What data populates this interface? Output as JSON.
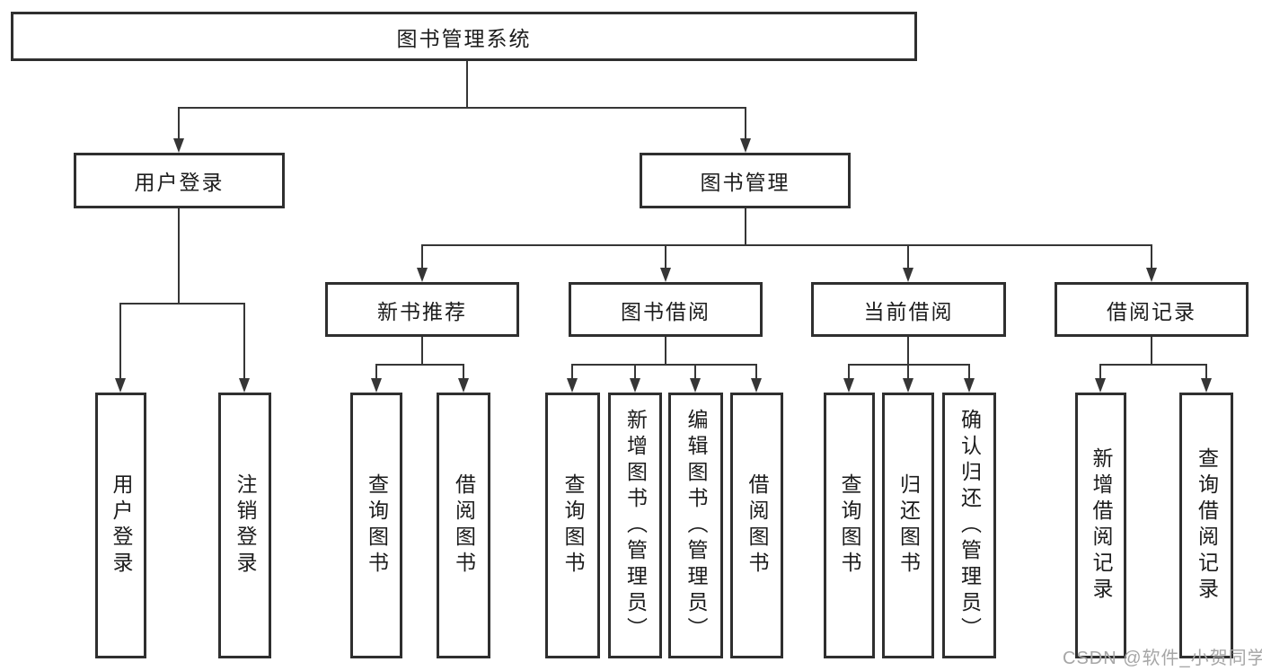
{
  "tree": {
    "root": {
      "label": "图书管理系统"
    },
    "branches": [
      {
        "label": "用户登录",
        "children": [
          {
            "label": "用户登录"
          },
          {
            "label": "注销登录"
          }
        ]
      },
      {
        "label": "图书管理",
        "children": [
          {
            "label": "新书推荐",
            "children": [
              {
                "label": "查询图书"
              },
              {
                "label": "借阅图书"
              }
            ]
          },
          {
            "label": "图书借阅",
            "children": [
              {
                "label": "查询图书"
              },
              {
                "label": "新增图书（管理员）"
              },
              {
                "label": "编辑图书（管理员）"
              },
              {
                "label": "借阅图书"
              }
            ]
          },
          {
            "label": "当前借阅",
            "children": [
              {
                "label": "查询图书"
              },
              {
                "label": "归还图书"
              },
              {
                "label": "确认归还（管理员）"
              }
            ]
          },
          {
            "label": "借阅记录",
            "children": [
              {
                "label": "新增借阅记录"
              },
              {
                "label": "查询借阅记录"
              }
            ]
          }
        ]
      }
    ]
  },
  "watermark": {
    "text": "CSDN @软件_小贺同学"
  }
}
